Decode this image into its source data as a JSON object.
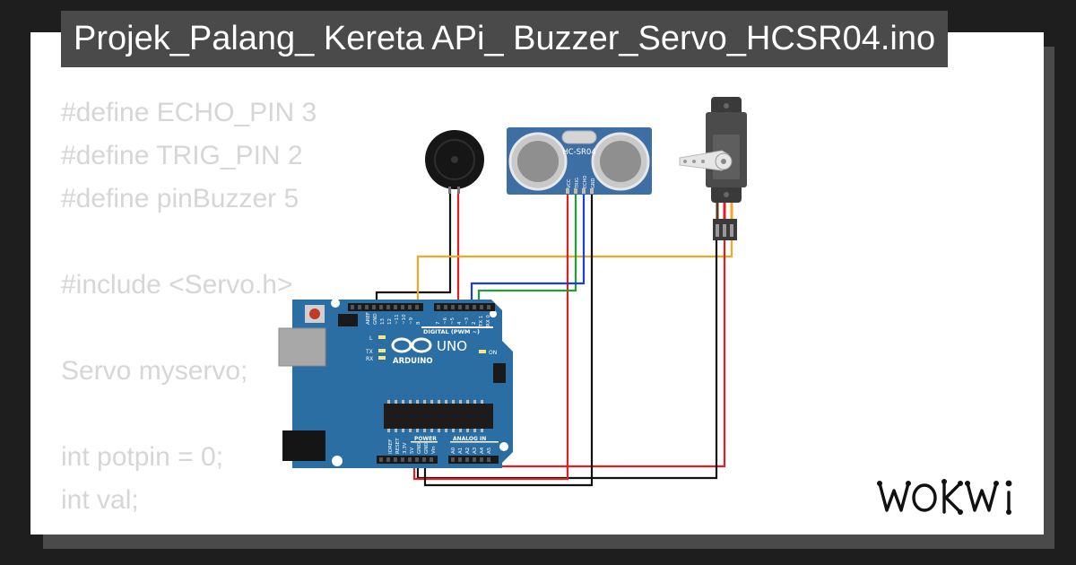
{
  "title": "Projek_Palang_ Kereta APi_ Buzzer_Servo_HCSR04.ino",
  "code_lines": [
    "#define ECHO_PIN 3",
    "#define TRIG_PIN 2",
    "#define pinBuzzer 5",
    "",
    "#include <Servo.h>",
    "",
    "Servo myservo;",
    "",
    "int potpin = 0;",
    "int val;"
  ],
  "sensor": {
    "model": "HC-SR04",
    "pins": [
      "VCC",
      "TRIG",
      "ECHO",
      "GND"
    ]
  },
  "arduino": {
    "brand": "ARDUINO",
    "model": "UNO",
    "digital_label": "DIGITAL (PWM ~)",
    "analog_label": "ANALOG IN",
    "power_label": "POWER",
    "on_label": "ON",
    "l_label": "L",
    "tx_label": "TX",
    "rx_label": "RX",
    "digital_pins": [
      "AREF",
      "GND",
      "13",
      "12",
      "~11",
      "~10",
      "~9",
      "8",
      "7",
      "~6",
      "~5",
      "4",
      "~3",
      "2",
      "TX 1",
      "RX 0"
    ],
    "power_pins": [
      "IOREF",
      "RESET",
      "3.3V",
      "5V",
      "GND",
      "GND",
      "Vin"
    ],
    "analog_pins": [
      "A0",
      "A1",
      "A2",
      "A3",
      "A4",
      "A5"
    ]
  },
  "logo_text": "WOKWi",
  "colors": {
    "background": "#1e1e1e",
    "title_bar": "#4a4a4a",
    "board": "#2b6ea4",
    "wire_red": "#e02020",
    "wire_black": "#111111",
    "wire_orange": "#f5a623",
    "wire_blue": "#1a3fd6",
    "wire_green": "#1f9e3a"
  }
}
